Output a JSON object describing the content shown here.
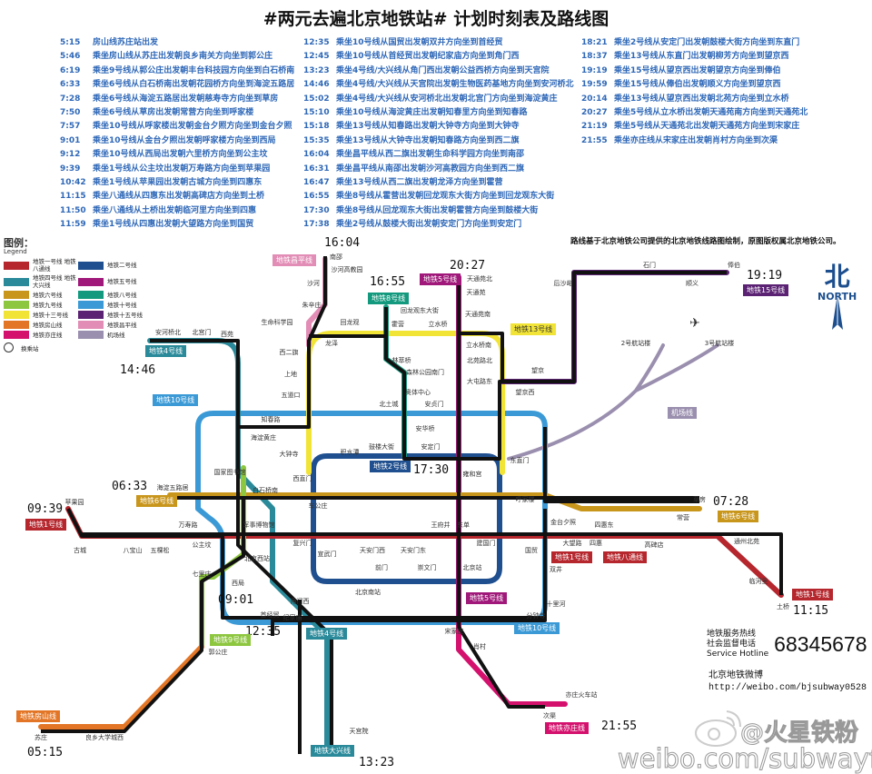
{
  "title": "#两元去遍北京地铁站# 计划时刻表及路线图",
  "schedule": [
    [
      {
        "time": "5:15",
        "text": "房山线苏庄站出发"
      },
      {
        "time": "5:46",
        "text": "乘坐房山线从苏庄出发朝良乡南关方向坐到郭公庄"
      },
      {
        "time": "6:19",
        "text": "乘坐9号线从郭公庄出发朝丰台科技园方向坐到白石桥南"
      },
      {
        "time": "6:33",
        "text": "乘坐6号线从白石桥南出发朝花园桥方向坐到海淀五路居"
      },
      {
        "time": "7:28",
        "text": "乘坐6号线从海淀五路居出发朝慈寿寺方向坐到草房"
      },
      {
        "time": "7:50",
        "text": "乘坐6号线从草房出发朝常营方向坐到呼家楼"
      },
      {
        "time": "7:57",
        "text": "乘坐10号线从呼家楼出发朝金台夕照方向坐到金台夕照"
      },
      {
        "time": "9:01",
        "text": "乘坐10号线从金台夕照出发朝呼家楼方向坐到西局"
      },
      {
        "time": "9:12",
        "text": "乘坐10号线从西局出发朝六里桥方向坐到公主坟"
      },
      {
        "time": "9:39",
        "text": "乘坐1号线从公主坟出发朝万寿路方向坐到苹果园"
      },
      {
        "time": "10:42",
        "text": "乘坐1号线从苹果园出发朝古城方向坐到四惠东"
      },
      {
        "time": "11:15",
        "text": "乘坐八通线从四惠东出发朝高碑店方向坐到土桥"
      },
      {
        "time": "11:50",
        "text": "乘坐八通线从土桥出发朝临河里方向坐到四惠"
      },
      {
        "time": "11:59",
        "text": "乘坐1号线从四惠出发朝大望路方向坐到国贸"
      }
    ],
    [
      {
        "time": "12:35",
        "text": "乘坐10号线从国贸出发朝双井方向坐到首经贸"
      },
      {
        "time": "12:45",
        "text": "乘坐10号线从首经贸出发朝纪家庙方向坐到角门西"
      },
      {
        "time": "13:23",
        "text": "乘坐4号线/大兴线从角门西出发朝公益西桥方向坐到天宫院"
      },
      {
        "time": "14:46",
        "text": "乘坐4号线/大兴线从天宫院出发朝生物医药基地方向坐到安河桥北"
      },
      {
        "time": "15:02",
        "text": "乘坐4号线/大兴线从安河桥北出发朝北宫门方向坐到海淀黄庄"
      },
      {
        "time": "15:10",
        "text": "乘坐10号线从海淀黄庄出发朝知春里方向坐到知春路"
      },
      {
        "time": "15:18",
        "text": "乘坐13号线从知春路出发朝大钟寺方向坐到大钟寺"
      },
      {
        "time": "15:35",
        "text": "乘坐13号线从大钟寺出发朝知春路方向坐到西二旗"
      },
      {
        "time": "16:04",
        "text": "乘坐昌平线从西二旗出发朝生命科学园方向坐到南邵"
      },
      {
        "time": "16:31",
        "text": "乘坐昌平线从南邵出发朝沙河高教园方向坐到西二旗"
      },
      {
        "time": "16:47",
        "text": "乘坐13号线从西二旗出发朝龙泽方向坐到霍营"
      },
      {
        "time": "16:55",
        "text": "乘坐8号线从霍营出发朝回龙观东大街方向坐到回龙观东大街"
      },
      {
        "time": "17:30",
        "text": "乘坐8号线从回龙观东大街出发朝霍营方向坐到鼓楼大街"
      },
      {
        "time": "17:38",
        "text": "乘坐2号线从鼓楼大街出发朝安定门方向坐到安定门"
      }
    ],
    [
      {
        "time": "18:21",
        "text": "乘坐2号线从安定门出发朝鼓楼大街方向坐到东直门"
      },
      {
        "time": "18:37",
        "text": "乘坐13号线从东直门出发朝柳芳方向坐到望京西"
      },
      {
        "time": "19:19",
        "text": "乘坐15号线从望京西出发朝望京方向坐到俸伯"
      },
      {
        "time": "19:59",
        "text": "乘坐15号线从俸伯出发朝顺义方向坐到望京西"
      },
      {
        "time": "20:14",
        "text": "乘坐13号线从望京西出发朝北苑方向坐到立水桥"
      },
      {
        "time": "20:27",
        "text": "乘坐5号线从立水桥出发朝天通苑南方向坐到天通苑北"
      },
      {
        "time": "21:19",
        "text": "乘坐5号线从天通苑北出发朝天通苑方向坐到宋家庄"
      },
      {
        "time": "21:55",
        "text": "乘坐亦庄线从宋家庄出发朝肖村方向坐到次渠"
      }
    ]
  ],
  "note": "路线基于北京地铁公司提供的北京地铁线路图绘制，原图版权属北京地铁公司。",
  "legend": {
    "title": "图例：",
    "subtitle": "Legend",
    "items": [
      {
        "label": "地铁一号线 地铁八通线",
        "color": "#b5262d"
      },
      {
        "label": "地铁二号线",
        "color": "#1f4f8f"
      },
      {
        "label": "地铁四号线 地铁大兴线",
        "color": "#2a8a9a"
      },
      {
        "label": "地铁五号线",
        "color": "#a0197a"
      },
      {
        "label": "地铁六号线",
        "color": "#c9961c"
      },
      {
        "label": "地铁八号线",
        "color": "#139a7e"
      },
      {
        "label": "地铁九号线",
        "color": "#8dc63f"
      },
      {
        "label": "地铁十号线",
        "color": "#3b9ad6"
      },
      {
        "label": "地铁十三号线",
        "color": "#f2e436"
      },
      {
        "label": "地铁十五号线",
        "color": "#5b2273"
      },
      {
        "label": "地铁房山线",
        "color": "#e37626"
      },
      {
        "label": "地铁昌平线",
        "color": "#e28db5"
      },
      {
        "label": "地铁亦庄线",
        "color": "#d4126e"
      },
      {
        "label": "机场线",
        "color": "#9a8fae"
      }
    ],
    "transfer": "换乘站"
  },
  "times": [
    "16:04",
    "16:55",
    "20:27",
    "19:19",
    "14:46",
    "06:33",
    "09:39",
    "07:28",
    "09:01",
    "12:35",
    "17:30",
    "11:15",
    "05:15",
    "21:55",
    "13:23"
  ],
  "badges": [
    {
      "label": "地铁昌平线",
      "color": "#e28db5"
    },
    {
      "label": "地铁8号线",
      "color": "#139a7e"
    },
    {
      "label": "地铁5号线",
      "color": "#a0197a"
    },
    {
      "label": "地铁13号线",
      "color": "#f2e436"
    },
    {
      "label": "地铁15号线",
      "color": "#5b2273"
    },
    {
      "label": "地铁4号线",
      "color": "#2a8a9a"
    },
    {
      "label": "地铁10号线",
      "color": "#3b9ad6"
    },
    {
      "label": "地铁6号线",
      "color": "#c9961c"
    },
    {
      "label": "地铁1号线",
      "color": "#b5262d"
    },
    {
      "label": "地铁2号线",
      "color": "#1f4f8f"
    },
    {
      "label": "地铁9号线",
      "color": "#8dc63f"
    },
    {
      "label": "地铁房山线",
      "color": "#e37626"
    },
    {
      "label": "地铁4号线",
      "color": "#2a8a9a"
    },
    {
      "label": "地铁5号线",
      "color": "#a0197a"
    },
    {
      "label": "地铁10号线",
      "color": "#3b9ad6"
    },
    {
      "label": "地铁1号线",
      "color": "#b5262d"
    },
    {
      "label": "地铁八通线",
      "color": "#b5262d"
    },
    {
      "label": "地铁6号线",
      "color": "#c9961c"
    },
    {
      "label": "地铁1号线",
      "color": "#b5262d"
    },
    {
      "label": "地铁亦庄线",
      "color": "#d4126e"
    },
    {
      "label": "地铁大兴线",
      "color": "#2a8a9a"
    },
    {
      "label": "机场线",
      "color": "#9a8fae"
    }
  ],
  "stations": [
    "南邵",
    "沙河高教园",
    "沙河",
    "朱辛庄",
    "生命科学园",
    "西二旗",
    "回龙观",
    "龙泽",
    "霍营",
    "回龙观东大街",
    "立水桥",
    "天通苑北",
    "天通苑",
    "天通苑南",
    "立水桥南",
    "北苑路北",
    "大屯路东",
    "望京西",
    "望京",
    "上地",
    "五道口",
    "知春路",
    "北土城",
    "奥体中心",
    "林萃桥",
    "森林公园南门",
    "安贞门",
    "安华桥",
    "鼓楼大街",
    "积水潭",
    "安定门",
    "东直门",
    "西直门",
    "车公庄",
    "复兴门",
    "天安门西",
    "天安门东",
    "王府井",
    "东单",
    "建国门",
    "国贸",
    "四惠",
    "四惠东",
    "公主坟",
    "军事博物馆",
    "万寿路",
    "五棵松",
    "八宝山",
    "古城",
    "苹果园",
    "海淀五路居",
    "白石桥南",
    "国家图书馆",
    "西局",
    "七里庄",
    "郭公庄",
    "苏庄",
    "良乡大学城西",
    "角门西",
    "首经贸",
    "纪家庙",
    "天宫院",
    "宋家庄",
    "肖村",
    "次渠",
    "亦庄火车站",
    "草房",
    "常营",
    "呼家楼",
    "金台夕照",
    "土桥",
    "通州北苑",
    "安河桥北",
    "北宫门",
    "西苑",
    "海淀黄庄",
    "大钟寺",
    "北京西站",
    "北京南站",
    "俸伯",
    "顺义",
    "石门",
    "后沙峪",
    "2号航站楼",
    "3号航站楼",
    "分钟寺",
    "十里河",
    "双井",
    "北京站",
    "临河里",
    "大望路",
    "高碑店",
    "雍和宫",
    "前门",
    "崇文门",
    "宣武门"
  ],
  "north": {
    "cn": "北",
    "en": "NORTH"
  },
  "hotline": {
    "line1": "地铁服务热线",
    "line2": "社会监督电话",
    "line3": "Service Hotline",
    "number": "68345678"
  },
  "weibo": {
    "label": "北京地铁微博",
    "url": "http://weibo.com/bjsubway0528"
  },
  "watermark": {
    "handle": "@火星铁粉",
    "url": "weibo.com/subwayfan"
  }
}
